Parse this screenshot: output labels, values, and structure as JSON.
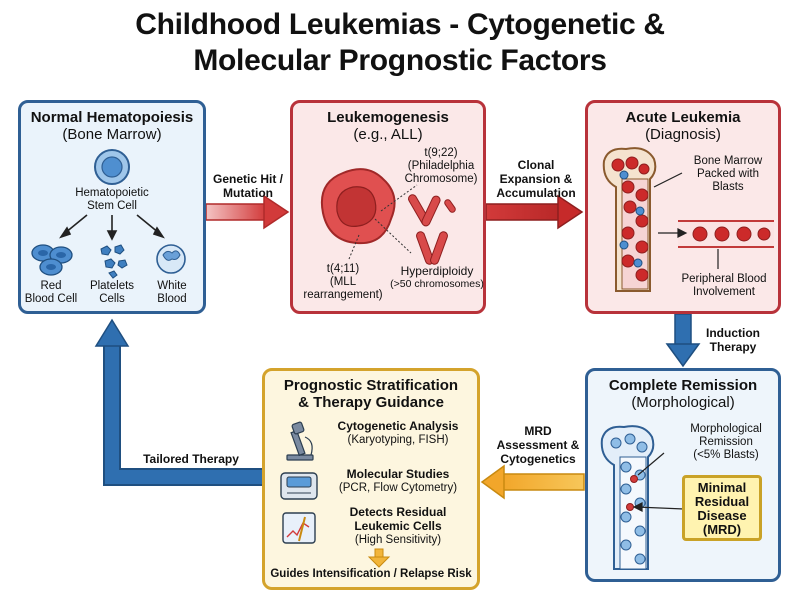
{
  "title": {
    "line1": "Childhood Leukemias - Cytogenetic &",
    "line2": "Molecular Prognostic Factors"
  },
  "normal": {
    "title": "Normal Hematopoiesis",
    "subtitle": "(Bone Marrow)",
    "stem_cell_line1": "Hematopoietic",
    "stem_cell_line2": "Stem Cell",
    "rbc_line1": "Red",
    "rbc_line2": "Blood Cell",
    "platelets_line1": "Platelets",
    "platelets_line2": "Cells",
    "wbc_line1": "White",
    "wbc_line2": "Blood"
  },
  "arrow_genetic": {
    "line1": "Genetic Hit /",
    "line2": "Mutation"
  },
  "leuk": {
    "title": "Leukemogenesis",
    "subtitle": "(e.g., ALL)",
    "t922_line1": "t(9;22)",
    "t922_line2": "(Philadelphia",
    "t922_line3": "Chromosome)",
    "t411_line1": "t(4;11)",
    "t411_line2": "(MLL",
    "t411_line3": "rearrangement)",
    "hyper_line1": "Hyperdiploidy",
    "hyper_line2": "(>50 chromosomes)"
  },
  "arrow_clonal": {
    "line1": "Clonal",
    "line2": "Expansion &",
    "line3": "Accumulation"
  },
  "acute": {
    "title": "Acute Leukemia",
    "subtitle": "(Diagnosis)",
    "marrow_line1": "Bone Marrow",
    "marrow_line2": "Packed with",
    "marrow_line3": "Blasts",
    "blood_line1": "Peripheral Blood",
    "blood_line2": "Involvement"
  },
  "arrow_induction": {
    "line1": "Induction",
    "line2": "Therapy"
  },
  "remission": {
    "title": "Complete Remission",
    "subtitle": "(Morphological)",
    "morph_line1": "Morphological",
    "morph_line2": "Remission",
    "morph_line3": "(<5% Blasts)",
    "mrd_line1": "Minimal",
    "mrd_line2": "Residual",
    "mrd_line3": "Disease",
    "mrd_line4": "(MRD)"
  },
  "arrow_mrd": {
    "line1": "MRD",
    "line2": "Assessment &",
    "line3": "Cytogenetics"
  },
  "prog": {
    "title_line1": "Prognostic Stratification",
    "title_line2": "& Therapy Guidance",
    "cyto_title": "Cytogenetic Analysis",
    "cyto_sub": "(Karyotyping, FISH)",
    "mol_title": "Molecular Studies",
    "mol_sub": "(PCR, Flow Cytometry)",
    "detect_line1": "Detects Residual",
    "detect_line2": "Leukemic Cells",
    "detect_sub": "(High Sensitivity)",
    "guides": "Guides Intensification / Relapse Risk"
  },
  "arrow_tailored": {
    "label": "Tailored Therapy"
  },
  "icons": [
    "stem-cell-icon",
    "red-blood-cell-icon",
    "platelets-icon",
    "white-blood-cell-icon",
    "leukemic-cell-icon",
    "chromosome-icon",
    "bone-marrow-icon",
    "blood-vessel-icon",
    "microscope-icon",
    "pcr-machine-icon",
    "flow-chart-screen-icon"
  ],
  "colors": {
    "blue": "#2f5f94",
    "red": "#b8323a",
    "gold": "#d4a32c",
    "arrow_red": "#d23a3a",
    "arrow_blue": "#2f6fb0",
    "arrow_gold": "#f2b53a"
  }
}
